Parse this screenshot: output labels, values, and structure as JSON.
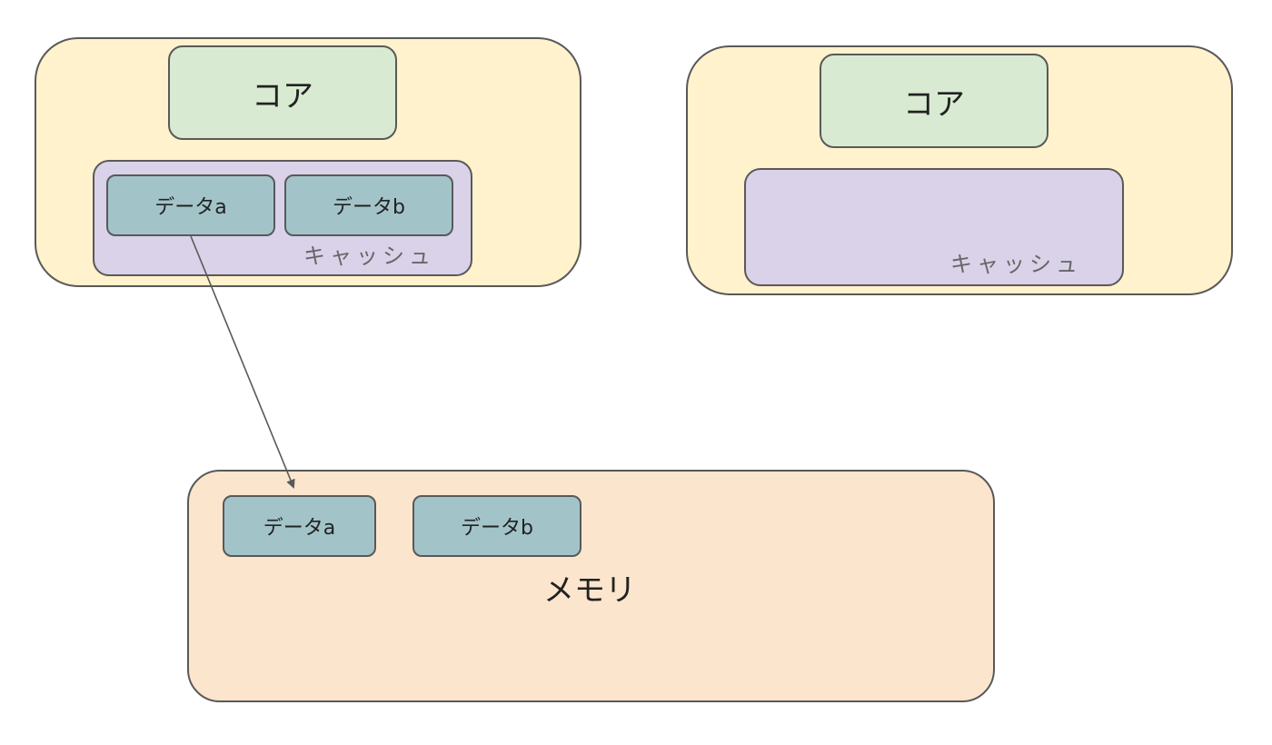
{
  "left_processor": {
    "core_label": "コア",
    "cache_label": "キャッシュ",
    "data_items": [
      "データa",
      "データb"
    ]
  },
  "right_processor": {
    "core_label": "コア",
    "cache_label": "キャッシュ"
  },
  "memory": {
    "label": "メモリ",
    "data_items": [
      "データa",
      "データb"
    ]
  },
  "colors": {
    "processor": "#fff2cc",
    "core": "#d9ead3",
    "cache": "#d9d2e9",
    "data": "#a2c4c9",
    "memory": "#fce5cd",
    "border": "#595959"
  }
}
